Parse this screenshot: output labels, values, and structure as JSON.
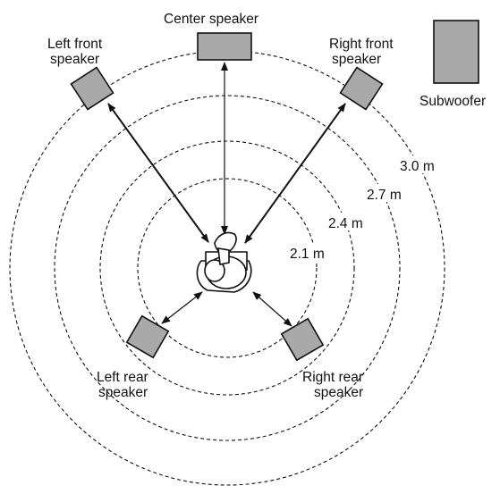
{
  "labels": {
    "center": "Center speaker",
    "left_front_1": "Left front",
    "left_front_2": "speaker",
    "right_front_1": "Right front",
    "right_front_2": "speaker",
    "subwoofer": "Subwoofer",
    "left_rear_1": "Left rear",
    "left_rear_2": "speaker",
    "right_rear_1": "Right rear",
    "right_rear_2": "speaker"
  },
  "distances": {
    "r1": "2.1 m",
    "r2": "2.4 m",
    "r3": "2.7 m",
    "r4": "3.0 m"
  },
  "colors": {
    "speaker_fill": "#a9a9a9",
    "line": "#111111"
  }
}
